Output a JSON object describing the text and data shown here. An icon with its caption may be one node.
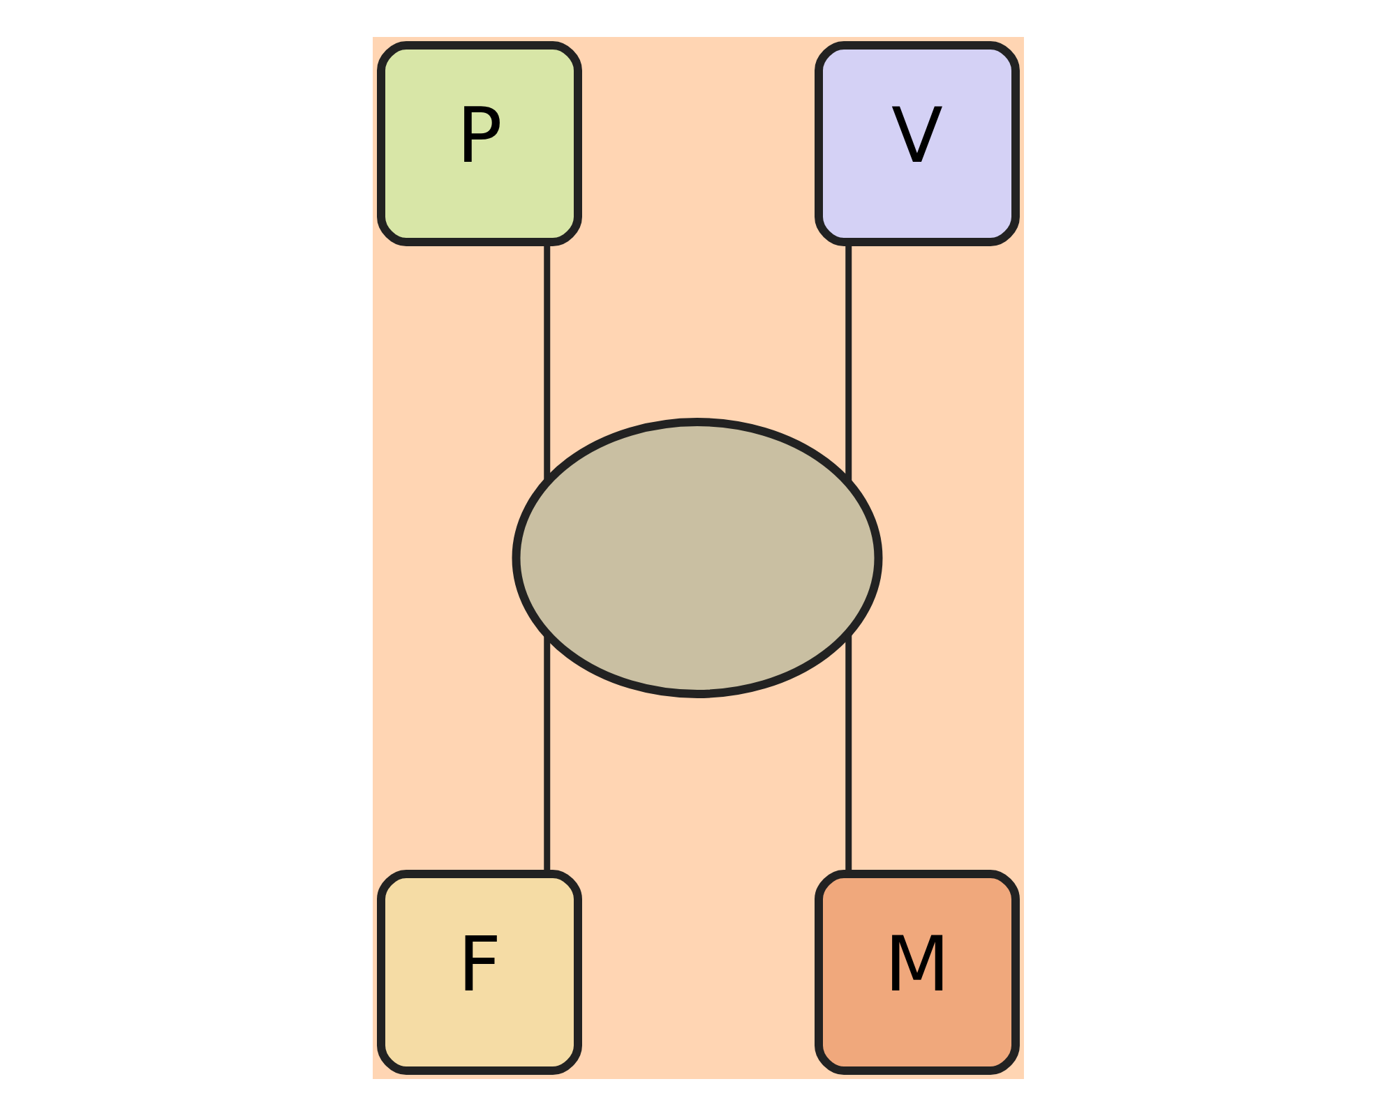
{
  "diagram": {
    "nodes": [
      {
        "text": [
          "P"
        ]
      },
      {
        "text": [
          "V"
        ]
      },
      {
        "text": [],
        "shape": "picture"
      },
      {
        "text": [
          "F"
        ]
      },
      {
        "text": [
          "M"
        ]
      }
    ],
    "edges": [
      {
        "from": 0,
        "to": 2,
        "arrow": "none"
      },
      {
        "from": 1,
        "to": 2,
        "arrow": "none"
      },
      {
        "from": 2,
        "to": 3,
        "arrow": "none"
      },
      {
        "from": 2,
        "to": 4,
        "arrow": "none"
      }
    ]
  }
}
